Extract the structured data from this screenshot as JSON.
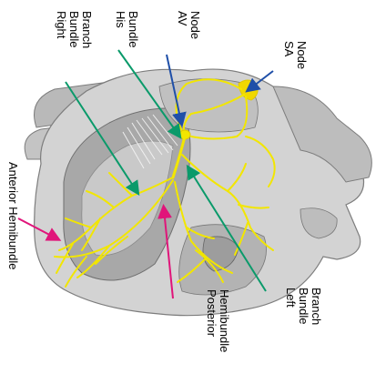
{
  "labels": {
    "sa_node": [
      "SA",
      "Node"
    ],
    "av_node": [
      "AV",
      "Node"
    ],
    "his_bundle": [
      "His",
      "Bundle"
    ],
    "right_bundle_branch": [
      "Right",
      "Bundle",
      "Branch"
    ],
    "anterior_hemibundle": [
      "Anterior Hemibundle"
    ],
    "posterior_hemibundle": [
      "Posterior",
      "Hemibundle"
    ],
    "left_bundle_branch": [
      "Left",
      "Bundle",
      "Branch"
    ]
  },
  "colors": {
    "conduction": "#f2e600",
    "sa_node": "#f0d800",
    "arrow_blue": "#1f4fa8",
    "arrow_green": "#0a9a6a",
    "arrow_magenta": "#e0157a",
    "heart_tissue": "#c9c9c9",
    "heart_dark": "#8f8f8f",
    "heart_light": "#e6e6e6"
  }
}
